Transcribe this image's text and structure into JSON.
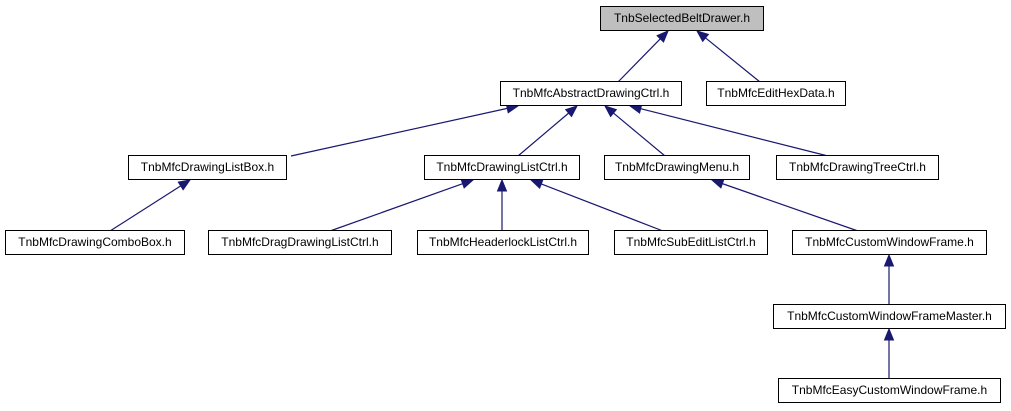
{
  "diagram": {
    "colors": {
      "edge": "#191970",
      "root_fill": "#bfbfbf",
      "node_fill": "#ffffff",
      "border": "#000000"
    },
    "nodes": {
      "root": "TnbSelectedBeltDrawer.h",
      "abstract": "TnbMfcAbstractDrawingCtrl.h",
      "hexdata": "TnbMfcEditHexData.h",
      "listbox": "TnbMfcDrawingListBox.h",
      "listctrl": "TnbMfcDrawingListCtrl.h",
      "menu": "TnbMfcDrawingMenu.h",
      "treectrl": "TnbMfcDrawingTreeCtrl.h",
      "combobox": "TnbMfcDrawingComboBox.h",
      "draglist": "TnbMfcDragDrawingListCtrl.h",
      "headerlock": "TnbMfcHeaderlockListCtrl.h",
      "subedit": "TnbMfcSubEditListCtrl.h",
      "customframe": "TnbMfcCustomWindowFrame.h",
      "framemaster": "TnbMfcCustomWindowFrameMaster.h",
      "easyframe": "TnbMfcEasyCustomWindowFrame.h"
    },
    "edges": [
      {
        "from": "abstract",
        "to": "root"
      },
      {
        "from": "hexdata",
        "to": "root"
      },
      {
        "from": "listbox",
        "to": "abstract"
      },
      {
        "from": "listctrl",
        "to": "abstract"
      },
      {
        "from": "menu",
        "to": "abstract"
      },
      {
        "from": "treectrl",
        "to": "abstract"
      },
      {
        "from": "combobox",
        "to": "listbox"
      },
      {
        "from": "draglist",
        "to": "listctrl"
      },
      {
        "from": "headerlock",
        "to": "listctrl"
      },
      {
        "from": "subedit",
        "to": "listctrl"
      },
      {
        "from": "customframe",
        "to": "menu"
      },
      {
        "from": "framemaster",
        "to": "customframe"
      },
      {
        "from": "easyframe",
        "to": "framemaster"
      }
    ]
  }
}
